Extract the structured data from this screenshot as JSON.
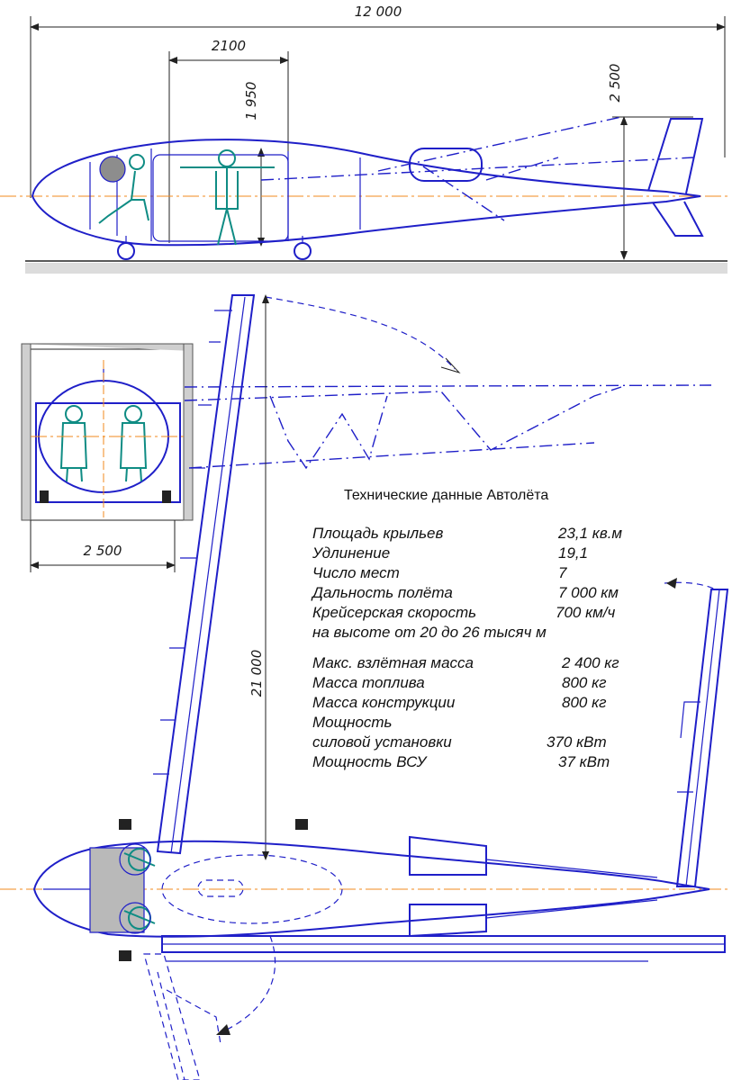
{
  "dimensions": {
    "length": "12 000",
    "cabin_length": "2100",
    "cabin_height": "1 950",
    "height": "2 500",
    "fuselage_width": "2 500",
    "wingspan": "21 000"
  },
  "specs": {
    "title": "Технические данные Автолёта",
    "rows": [
      {
        "label": "Площадь крыльев",
        "value": "23,1 кв.м"
      },
      {
        "label": "Удлинение",
        "value": "19,1"
      },
      {
        "label": "Число мест",
        "value": "7"
      },
      {
        "label": "Дальность полёта",
        "value": "7 000 км"
      },
      {
        "label": "Крейсерская скорость",
        "value": "700 км/ч"
      },
      {
        "label": "на высоте от 20 до 26 тысяч м",
        "value": ""
      },
      {
        "label": "Макс. взлётная масса",
        "value": "2 400 кг"
      },
      {
        "label": "Масса топлива",
        "value": "800 кг"
      },
      {
        "label": "Масса конструкции",
        "value": "800 кг"
      },
      {
        "label": "Мощность",
        "value": ""
      },
      {
        "label": "силовой установки",
        "value": "370 кВт"
      },
      {
        "label": "Мощность ВСУ",
        "value": "37 кВт"
      }
    ]
  },
  "colors": {
    "line": "#1f1fc8",
    "figure": "#0f8c84",
    "axis": "#f08a1c",
    "dimension": "#222222"
  }
}
